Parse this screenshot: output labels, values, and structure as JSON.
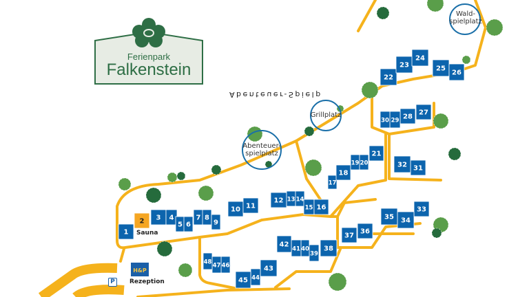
{
  "logo": {
    "subtitle": "Ferienpark",
    "title": "Falkenstein"
  },
  "places": {
    "waldspielplatz": [
      "Wald-",
      "spielplatz"
    ],
    "grillplatz": "Grillplatz",
    "abenteuerspielplatz": [
      "Abenteuer-",
      "spielplatz"
    ],
    "mirrored_label": "Abenteuer-Spielp"
  },
  "sauna_label": "Sauna",
  "reception": {
    "label": "Rezeption",
    "logo_text": "H&P"
  },
  "parking_label": "P",
  "houses": [
    "1",
    "2",
    "3",
    "4",
    "5",
    "6",
    "7",
    "8",
    "9",
    "10",
    "11",
    "12",
    "13",
    "14",
    "15",
    "16",
    "17",
    "18",
    "19",
    "20",
    "21",
    "22",
    "23",
    "24",
    "25",
    "26",
    "27",
    "28",
    "29",
    "30",
    "31",
    "32",
    "33",
    "34",
    "35",
    "36",
    "37",
    "38",
    "39",
    "40",
    "41",
    "42",
    "43",
    "44",
    "45",
    "46",
    "47",
    "48"
  ],
  "colors": {
    "house": "#0c64ad",
    "sauna": "#f5a623",
    "road": "#f5b21c",
    "tree_light": "#5a9e4a",
    "tree_dark": "#256b3c",
    "logo_green": "#2e6e45",
    "circle": "#1a6fa8"
  }
}
